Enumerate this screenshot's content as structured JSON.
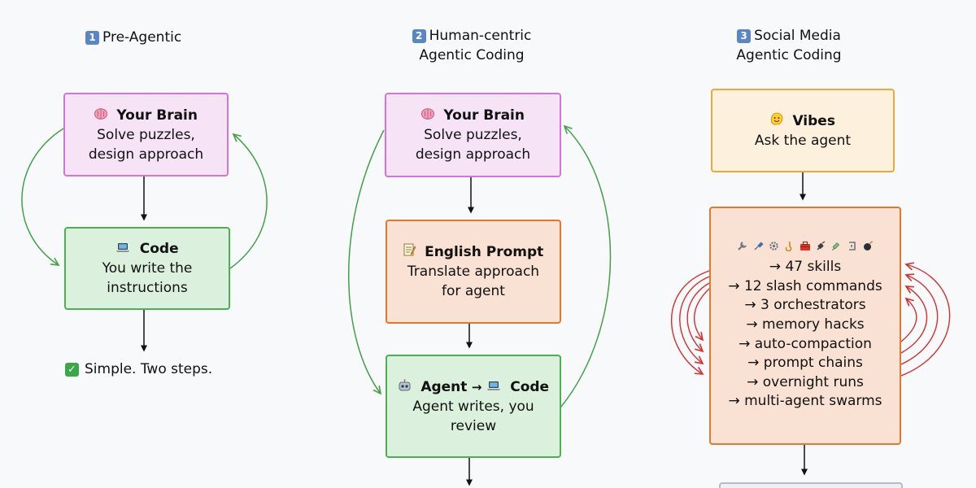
{
  "columns": [
    {
      "number": "1",
      "title_lines": [
        "Pre-Agentic"
      ]
    },
    {
      "number": "2",
      "title_lines": [
        "Human-centric",
        "Agentic Coding"
      ]
    },
    {
      "number": "3",
      "title_lines": [
        "Social Media",
        "Agentic Coding"
      ]
    }
  ],
  "col1": {
    "brain": {
      "icon": "brain-icon",
      "title": "Your Brain",
      "lines": [
        "Solve puzzles,",
        "design approach"
      ]
    },
    "code": {
      "icon": "laptop-icon",
      "title": "Code",
      "lines": [
        "You write the",
        "instructions"
      ]
    },
    "result": "Simple. Two steps."
  },
  "col2": {
    "brain": {
      "icon": "brain-icon",
      "title": "Your Brain",
      "lines": [
        "Solve puzzles,",
        "design approach"
      ]
    },
    "prompt": {
      "icon": "memo-icon",
      "title": "English Prompt",
      "lines": [
        "Translate approach",
        "for agent"
      ]
    },
    "agent": {
      "icon": "robot-icon",
      "title_left": "Agent",
      "arrow": "→",
      "title_right": "Code",
      "lines": [
        "Agent writes, you",
        "review"
      ]
    }
  },
  "col3": {
    "vibes": {
      "icon": "melting-face-icon",
      "title": "Vibes",
      "lines": [
        "Ask the agent"
      ]
    },
    "tools": {
      "icons": [
        "wrench-icon",
        "screwdriver-icon",
        "gear-icon",
        "hook-icon",
        "toolbox-icon",
        "plug-icon",
        "syringe-icon",
        "clamp-icon",
        "bomb-icon"
      ],
      "items": [
        "47 skills",
        "12 slash commands",
        "3 orchestrators",
        "memory hacks",
        "auto-compaction",
        "prompt chains",
        "overnight runs",
        "multi-agent swarms"
      ],
      "bullet": "→"
    }
  },
  "colors": {
    "flow_arrow": "#111111",
    "loop_green": "#43a047",
    "loop_red": "#d32f2f",
    "badge_blue": "#5b86c6",
    "check_green": "#3aa846"
  }
}
